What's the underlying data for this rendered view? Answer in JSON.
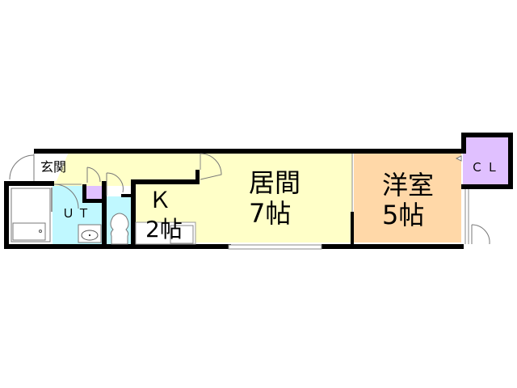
{
  "floorplan": {
    "rooms": [
      {
        "id": "genkan",
        "label": "玄関",
        "size": ""
      },
      {
        "id": "ut",
        "label": "ＵＴ",
        "size": ""
      },
      {
        "id": "kitchen",
        "label": "Ｋ",
        "size": "2帖"
      },
      {
        "id": "living",
        "label": "居間",
        "size": "7帖"
      },
      {
        "id": "western",
        "label": "洋室",
        "size": "5帖"
      },
      {
        "id": "closet",
        "label": "ＣＬ",
        "size": ""
      }
    ],
    "colors": {
      "wall": "#000000",
      "corridor": "#ffffc8",
      "wet_area": "#c0f8ff",
      "western_room": "#ffd8a8",
      "closet": "#e0c0ff",
      "fixture": "#ffffff"
    }
  }
}
